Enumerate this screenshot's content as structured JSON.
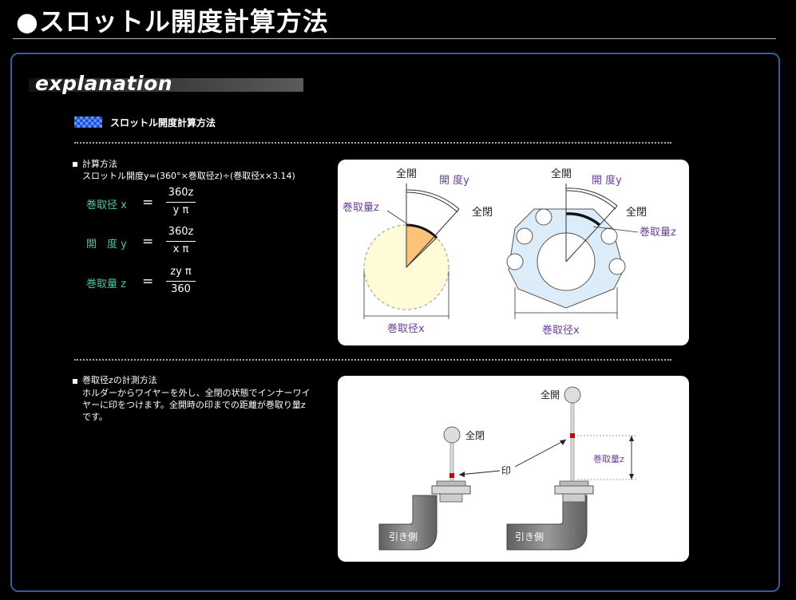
{
  "header": {
    "title": "●スロットル開度計算方法"
  },
  "explanation": {
    "label": "explanation",
    "subheading": "スロットル開度計算方法"
  },
  "section1": {
    "heading": "計算方法",
    "formula_text": "スロットル開度y=(360°×巻取径z)÷(巻取径x×3.14)",
    "formulas": [
      {
        "label": "巻取径 x",
        "eq": "=",
        "num": "360z",
        "den": "y π"
      },
      {
        "label": "開　度 y",
        "eq": "=",
        "num": "360z",
        "den": "x π"
      },
      {
        "label": "巻取量 z",
        "eq": "=",
        "num": "zy π",
        "den": "360"
      }
    ],
    "diagram": {
      "left": {
        "full_close_top": "全開",
        "opening": "開 度y",
        "full_close_side": "全閉",
        "amount": "巻取量z",
        "diameter": "巻取径x"
      },
      "right": {
        "full_close_top": "全開",
        "opening": "開 度y",
        "full_close_side": "全閉",
        "amount": "巻取量z",
        "diameter": "巻取径x"
      }
    }
  },
  "section2": {
    "heading": "巻取径zの計測方法",
    "lines": [
      "ホルダーからワイヤーを外し、全閉の状態でインナーワイ",
      "ヤーに印をつけます。全開時の印までの距離が巻取り量z",
      "です。"
    ],
    "diagram": {
      "left_knob": "全閉",
      "right_knob": "全開",
      "mark": "印",
      "amount": "巻取量z",
      "pull_side_left": "引き側",
      "pull_side_right": "引き側"
    }
  },
  "colors": {
    "formula_label": "#4fc5a5",
    "diagram_label": "#6a3d9a",
    "panel_border": "#2f5f9f"
  }
}
